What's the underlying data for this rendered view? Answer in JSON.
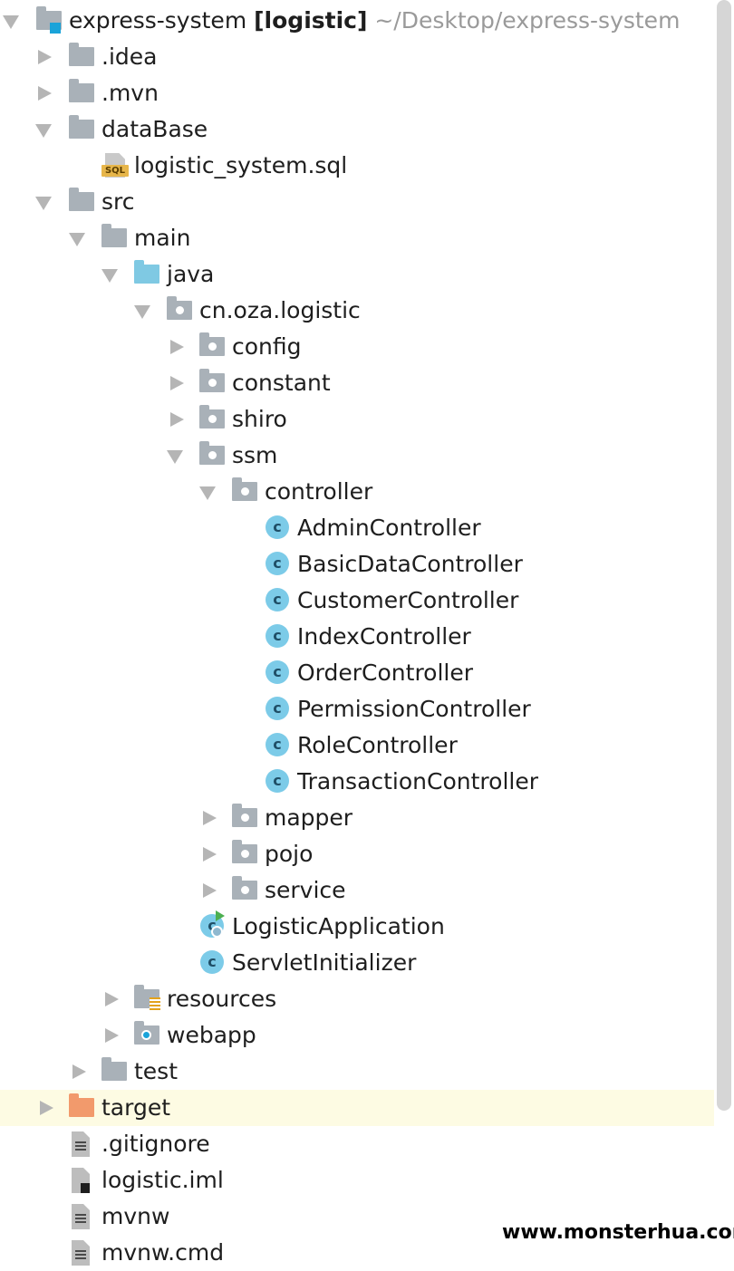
{
  "project": {
    "name": "express-system",
    "module": "[logistic]",
    "path": "~/Desktop/express-system"
  },
  "tree": {
    "idea": ".idea",
    "mvn": ".mvn",
    "database": "dataBase",
    "sql_file": "logistic_system.sql",
    "sql_badge": "SQL",
    "src": "src",
    "main": "main",
    "java": "java",
    "package": "cn.oza.logistic",
    "config": "config",
    "constant": "constant",
    "shiro": "shiro",
    "ssm": "ssm",
    "controller": "controller",
    "controllers": [
      "AdminController",
      "BasicDataController",
      "CustomerController",
      "IndexController",
      "OrderController",
      "PermissionController",
      "RoleController",
      "TransactionController"
    ],
    "class_glyph": "c",
    "mapper": "mapper",
    "pojo": "pojo",
    "service": "service",
    "logistic_application": "LogisticApplication",
    "servlet_initializer": "ServletInitializer",
    "resources": "resources",
    "webapp": "webapp",
    "test": "test",
    "target": "target",
    "gitignore": ".gitignore",
    "logistic_iml": "logistic.iml",
    "mvnw": "mvnw",
    "mvnw_cmd": "mvnw.cmd"
  },
  "watermark": "www.monsterhua.com",
  "colors": {
    "selected_row": "#fdfbe3",
    "folder": "#a9b1b8",
    "source_folder": "#7fc9e3",
    "excluded_folder": "#f29a6c",
    "class_icon": "#7ccbe8"
  }
}
